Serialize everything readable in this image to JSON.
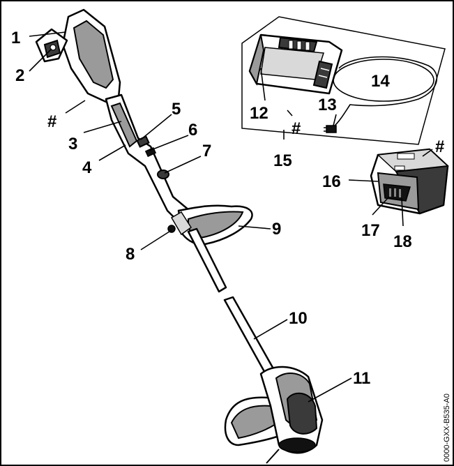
{
  "callouts": {
    "c1": "1",
    "c2": "2",
    "c3": "3",
    "c4": "4",
    "c5": "5",
    "c6": "6",
    "c7": "7",
    "c8": "8",
    "c9": "9",
    "c10": "10",
    "c11": "11",
    "c12": "12",
    "c13": "13",
    "c14": "14",
    "c15": "15",
    "c16": "16",
    "c17": "17",
    "c18": "18",
    "hash_handle": "#",
    "hash_charger": "#",
    "hash_battery": "#"
  },
  "figure_code": "0000-GXX-B535-A0",
  "colors": {
    "line": "#000000",
    "background": "#ffffff",
    "dark_fill": "#3a3a3a",
    "mid_fill": "#9a9a9a",
    "light_fill": "#d9d9d9"
  }
}
